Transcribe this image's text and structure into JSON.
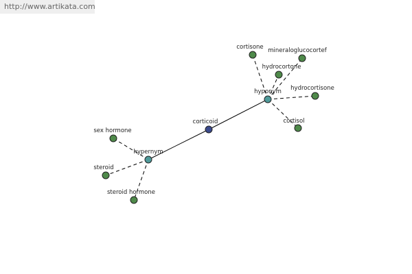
{
  "source_url": "http://www.artikata.com",
  "colors": {
    "center_fill": "#3b4a8c",
    "hub_fill": "#4f9a9a",
    "leaf_fill": "#4f8a4a",
    "edge": "#000000"
  },
  "center": {
    "label": "corticoid"
  },
  "hubs": [
    {
      "id": "hypernym",
      "label": "hypernym"
    },
    {
      "id": "hyponym",
      "label": "hyponym"
    }
  ],
  "leaves": {
    "hypernym": [
      "sex hormone",
      "steroid",
      "steroid hormone"
    ],
    "hyponym": [
      "cortisone",
      "mineraloglucocortef",
      "hydrocortone",
      "hydrocortisone",
      "cortisol"
    ]
  }
}
